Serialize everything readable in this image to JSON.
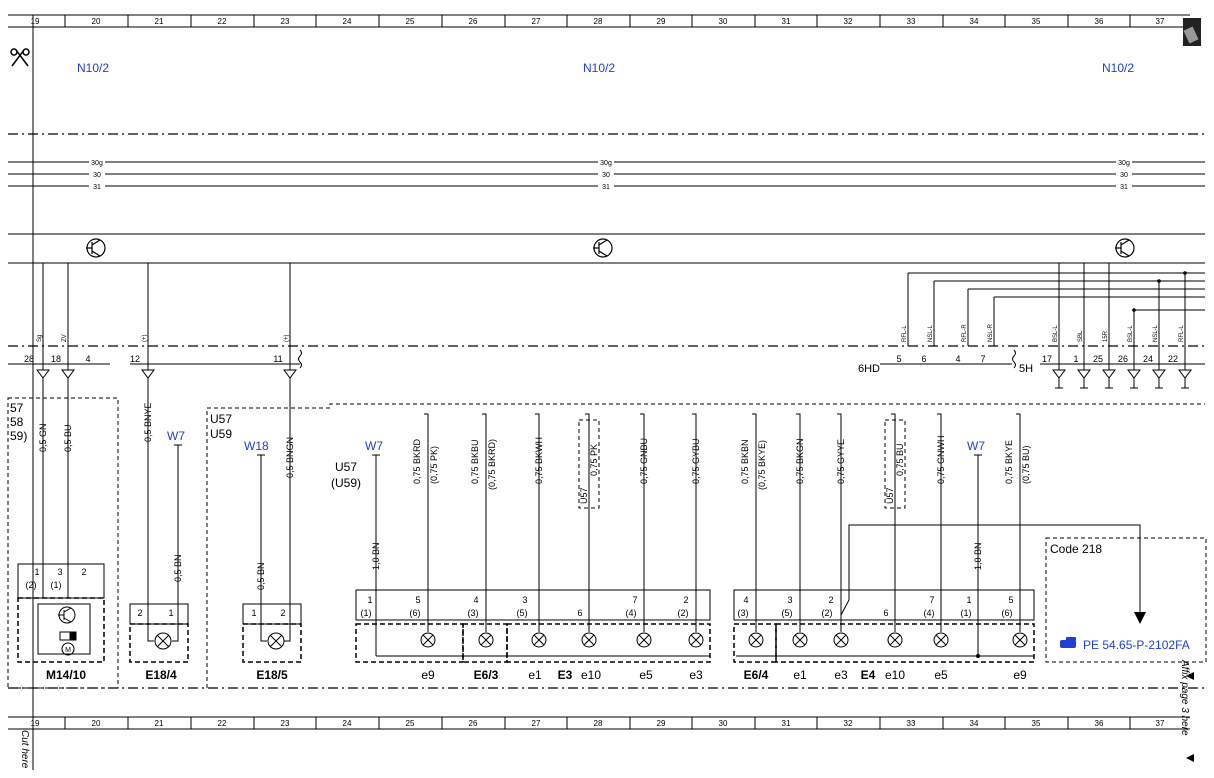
{
  "ruler": {
    "columns": [
      "19",
      "20",
      "21",
      "22",
      "23",
      "24",
      "25",
      "26",
      "27",
      "28",
      "29",
      "30",
      "31",
      "32",
      "33",
      "34",
      "35",
      "36",
      "37"
    ]
  },
  "top_labels": {
    "n10_left": "N10/2",
    "n10_mid": "N10/2",
    "n10_right": "N10/2"
  },
  "bus": {
    "b30g": "30g",
    "b30": "30",
    "b31": "31",
    "b30g_mid": "30g",
    "b30_mid": "30",
    "b31_mid": "31",
    "b30g_right": "30g",
    "b30_right": "30",
    "b31_right": "31"
  },
  "connectors": {
    "pins_left": [
      "28",
      "18",
      "4",
      "12",
      "11"
    ],
    "labels_left": [
      "Sg",
      "ZV",
      "(+)",
      "(+)"
    ],
    "label_6hd": "6HD",
    "label_5h": "5H",
    "pins_6hd": [
      "5",
      "6",
      "4",
      "7"
    ],
    "labels_6hd": [
      "RFL-L",
      "NSL-L",
      "RFL-R",
      "NSL-R"
    ],
    "pins_5h": [
      "17",
      "1",
      "25",
      "26",
      "24",
      "22"
    ],
    "labels_5h": [
      "BSL-L",
      "SBL",
      "15R",
      "BSL-L",
      "NSL-L",
      "RFL-L"
    ]
  },
  "left_module": {
    "u57": "57",
    "u58": "58",
    "u59": "59)",
    "wire_gn": "0,5 GN",
    "wire_bu": "0,5 BU",
    "pins": [
      "1",
      "3",
      "2"
    ],
    "pins_alt": [
      "(2)",
      "(1)"
    ],
    "name": "M14/10",
    "motor": "M"
  },
  "e18_4": {
    "wire_bnye": "0,5 BNYE",
    "w7": "W7",
    "wire_bn": "0,5 BN",
    "pins": [
      "2",
      "1"
    ],
    "name": "E18/4"
  },
  "e18_5": {
    "u57": "U57",
    "u59": "U59",
    "w18": "W18",
    "wire_bngn": "0,5 BNGN",
    "wire_bn": "0,5 BN",
    "pins": [
      "1",
      "2"
    ],
    "name": "E18/5"
  },
  "lamp_block": {
    "u57": "U57",
    "u59": "(U59)",
    "w7": "W7",
    "wire_bn": "1,0 BN",
    "wires": [
      {
        "main": "0,75 BKRD",
        "alt": "(0,75 PK)"
      },
      {
        "main": "0,75 BKBU",
        "alt": "(0,75 BKRD)"
      },
      {
        "main": "0,75 BKWH",
        "alt": ""
      },
      {
        "main": "0,75 PK",
        "alt": "U57"
      },
      {
        "main": "0,75 GNBU",
        "alt": ""
      },
      {
        "main": "0,75 GYBU",
        "alt": ""
      }
    ],
    "pins": [
      "1",
      "5",
      "4",
      "3",
      "6",
      "7",
      "2"
    ],
    "pins_alt": [
      "(1)",
      "(6)",
      "(3)",
      "(5)",
      "(4)",
      "(2)"
    ],
    "lamp_labels": [
      "e9",
      "E6/3",
      "e1",
      "E3",
      "e10",
      "e5",
      "e3"
    ]
  },
  "lamp_block_right": {
    "wires": [
      {
        "main": "0,75 BKBN",
        "alt": "(0,75 BKYE)"
      },
      {
        "main": "0,75 BKGN",
        "alt": ""
      },
      {
        "main": "0,75 GYYE",
        "alt": ""
      },
      {
        "main": "0,75 BU",
        "alt": "U57"
      },
      {
        "main": "0,75 GNWH",
        "alt": ""
      },
      {
        "main": "0,75 BKYE",
        "alt": "(0,75 BU)"
      }
    ],
    "w7": "W7",
    "wire_bn": "1,0 BN",
    "pins": [
      "4",
      "3",
      "2",
      "6",
      "7",
      "1",
      "5"
    ],
    "pins_alt": [
      "(3)",
      "(5)",
      "(2)",
      "(4)",
      "(1)",
      "(6)"
    ],
    "lamp_labels": [
      "E6/4",
      "e1",
      "e3",
      "E4",
      "e10",
      "e5",
      "e9"
    ]
  },
  "code": {
    "label": "Code 218",
    "ref": "PE 54.65-P-2102FA"
  },
  "margin": {
    "cut_here": "Cut here",
    "affix": "Affix page 3 here"
  }
}
